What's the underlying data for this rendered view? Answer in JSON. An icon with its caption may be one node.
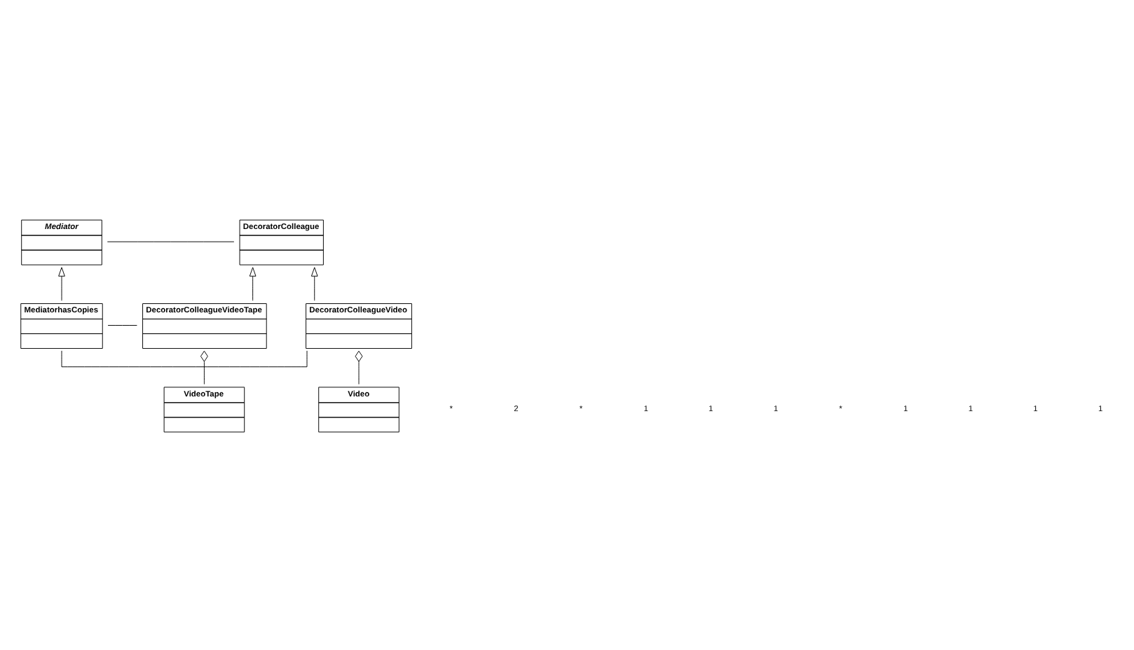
{
  "diagram": {
    "nodes": [
      {
        "text": [
          "Mediator"
        ]
      },
      {
        "text": [
          "DecoratorColleague"
        ]
      },
      {
        "text": [
          "MediatorhasCopies"
        ]
      },
      {
        "text": [
          "DecoratorColleagueVideo"
        ]
      },
      {
        "text": [
          "DecoratorColleagueVideoTape"
        ]
      },
      {
        "text": [
          "Video"
        ]
      },
      {
        "text": [
          "VideoTape"
        ]
      }
    ],
    "edges": [
      {
        "from": 0,
        "to": 1,
        "arrow": "none"
      },
      {
        "from": 2,
        "to": 0,
        "arrow": "to"
      },
      {
        "from": 3,
        "to": 1,
        "arrow": "to"
      },
      {
        "from": 4,
        "to": 1,
        "arrow": "to"
      },
      {
        "from": 2,
        "to": 3,
        "arrow": "none"
      },
      {
        "from": 2,
        "to": 4,
        "arrow": "none"
      },
      {
        "from": 5,
        "to": 3,
        "arrow": "other"
      },
      {
        "from": 6,
        "to": 4,
        "arrow": "other"
      }
    ],
    "labels": [
      "*",
      "2",
      "*",
      "1",
      "1",
      "1",
      "*",
      "1",
      "1",
      "1",
      "1"
    ]
  }
}
